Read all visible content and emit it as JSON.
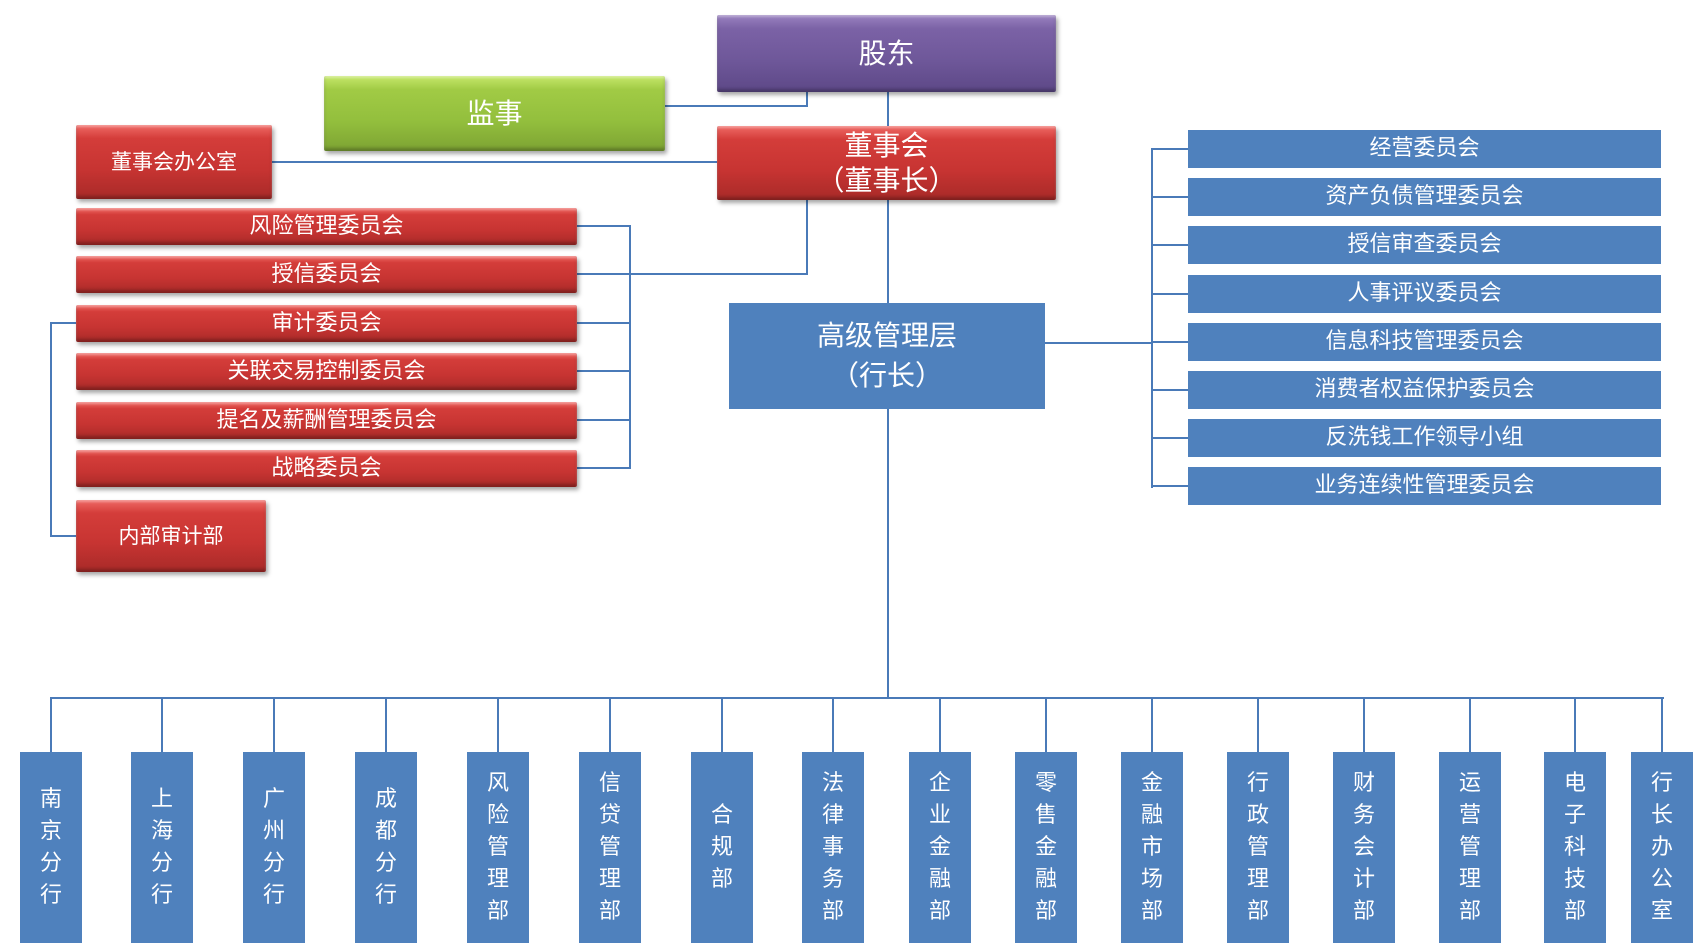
{
  "title": "组织架构图",
  "colors": {
    "shareholders": "#7b62a6",
    "supervisors": "#93bf3d",
    "board": "#c73432",
    "management": "#4f81bd",
    "connector": "#4a7ab8"
  },
  "top": {
    "shareholders": "股东",
    "supervisors": "监事",
    "board": {
      "line1": "董事会",
      "line2": "（董事长）"
    },
    "board_office": "董事会办公室"
  },
  "board_committees": [
    "风险管理委员会",
    "授信委员会",
    "审计委员会",
    "关联交易控制委员会",
    "提名及薪酬管理委员会",
    "战略委员会"
  ],
  "internal_audit": "内部审计部",
  "management": {
    "line1": "高级管理层",
    "line2": "（行长）"
  },
  "management_committees": [
    "经营委员会",
    "资产负债管理委员会",
    "授信审查委员会",
    "人事评议委员会",
    "信息科技管理委员会",
    "消费者权益保护委员会",
    "反洗钱工作领导小组",
    "业务连续性管理委员会"
  ],
  "departments": [
    "南京分行",
    "上海分行",
    "广州分行",
    "成都分行",
    "风险管理部",
    "信贷管理部",
    "合规部",
    "法律事务部",
    "企业金融部",
    "零售金融部",
    "金融市场部",
    "行政管理部",
    "财务会计部",
    "运营管理部",
    "电子科技部",
    "行长办公室"
  ]
}
